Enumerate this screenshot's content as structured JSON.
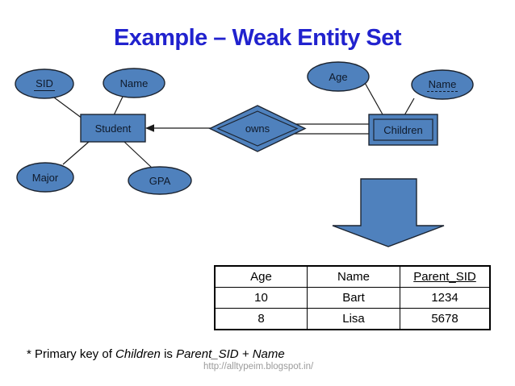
{
  "title": {
    "text": "Example – Weak Entity Set",
    "color": "#2122CE"
  },
  "colors": {
    "shape_fill": "#4F81BD",
    "shape_stroke": "#1c2430",
    "connector_line": "#1a1a1a"
  },
  "diagram": {
    "entities": {
      "student": {
        "label": "Student",
        "type": "strong-entity"
      },
      "children": {
        "label": "Children",
        "type": "weak-entity"
      }
    },
    "relationship": {
      "owns": {
        "label": "owns",
        "type": "identifying-relationship"
      }
    },
    "attributes": {
      "sid": {
        "label": "SID",
        "key": "primary"
      },
      "name_left": {
        "label": "Name"
      },
      "major": {
        "label": "Major"
      },
      "gpa": {
        "label": "GPA"
      },
      "age": {
        "label": "Age"
      },
      "name_right": {
        "label": "Name",
        "key": "partial"
      }
    }
  },
  "table": {
    "headers": [
      "Age",
      "Name",
      "Parent_SID"
    ],
    "rows": [
      [
        "10",
        "Bart",
        "1234"
      ],
      [
        "8",
        "Lisa",
        "5678"
      ]
    ]
  },
  "footnote": {
    "part1": "* Primary key of ",
    "entity": "Children",
    "part2": " is ",
    "key": "Parent_SID + Name"
  },
  "watermark": "http://alltypeim.blogspot.in/"
}
